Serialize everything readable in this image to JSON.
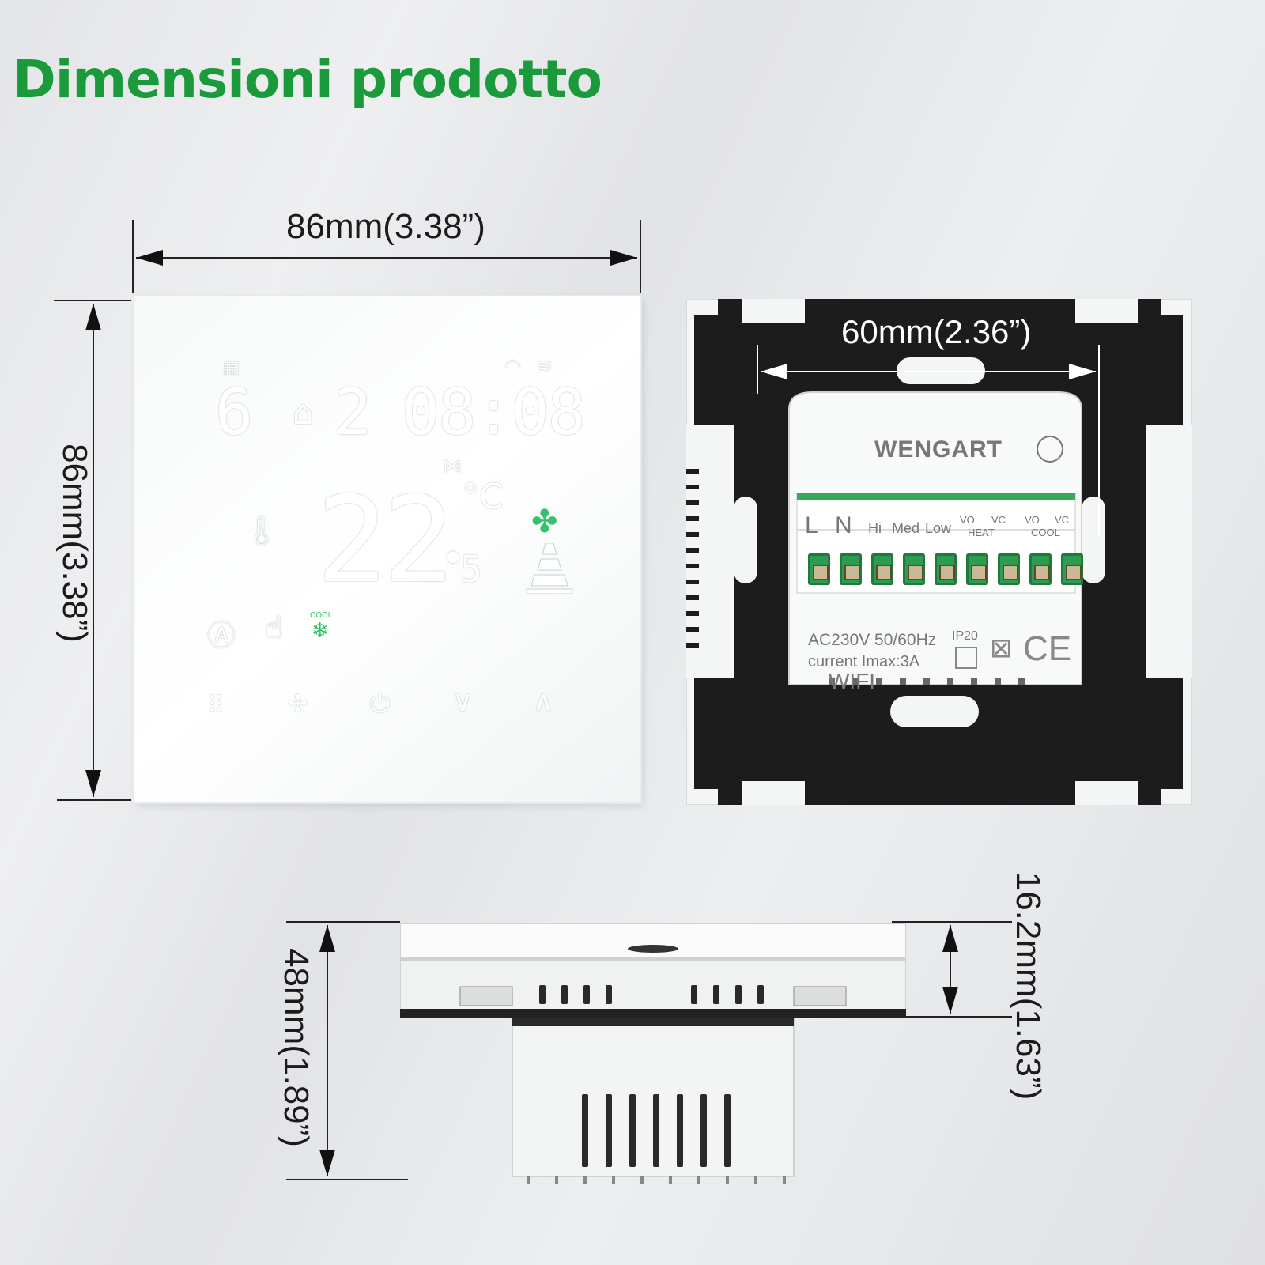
{
  "title": "Dimensioni prodotto",
  "dimensions": {
    "front_width": "86mm(3.38”)",
    "front_height": "86mm(3.38”)",
    "mount_spacing": "60mm(2.36”)",
    "total_depth": "48mm(1.89”)",
    "panel_depth": "16.2mm(1.63”)"
  },
  "display": {
    "day": "6",
    "program": "2",
    "clock": "08:08",
    "temperature": "22",
    "temperature_decimal": "5",
    "unit": "°C",
    "mode_label": "COOL",
    "icons": [
      "calendar-clock-icon",
      "wifi-icon",
      "heat-icon",
      "home-person-icon",
      "valve-icon",
      "thermometer-icon",
      "fan-icon",
      "fan-speed-bars-icon",
      "auto-icon",
      "manual-hand-icon",
      "snowflake-icon"
    ],
    "buttons": [
      "menu-grid-icon",
      "fan-button-icon",
      "power-icon",
      "down-arrow-icon",
      "up-arrow-icon"
    ]
  },
  "back_plate": {
    "brand": "WENGART",
    "terminals": [
      "L",
      "N",
      "Hi",
      "Med",
      "Low",
      "VO",
      "VC",
      "VO",
      "VC"
    ],
    "group_heat": "HEAT",
    "group_cool": "COOL",
    "rating": "AC230V 50/60Hz",
    "ip": "IP20",
    "current": "current Imax:3A",
    "wifi": "WIFI",
    "ce": "CE"
  },
  "colors": {
    "title_green": "#1a9a3a",
    "accent_green": "#33c26b",
    "plate_black": "#1c1c1c",
    "terminal_green": "#2f9a52"
  }
}
